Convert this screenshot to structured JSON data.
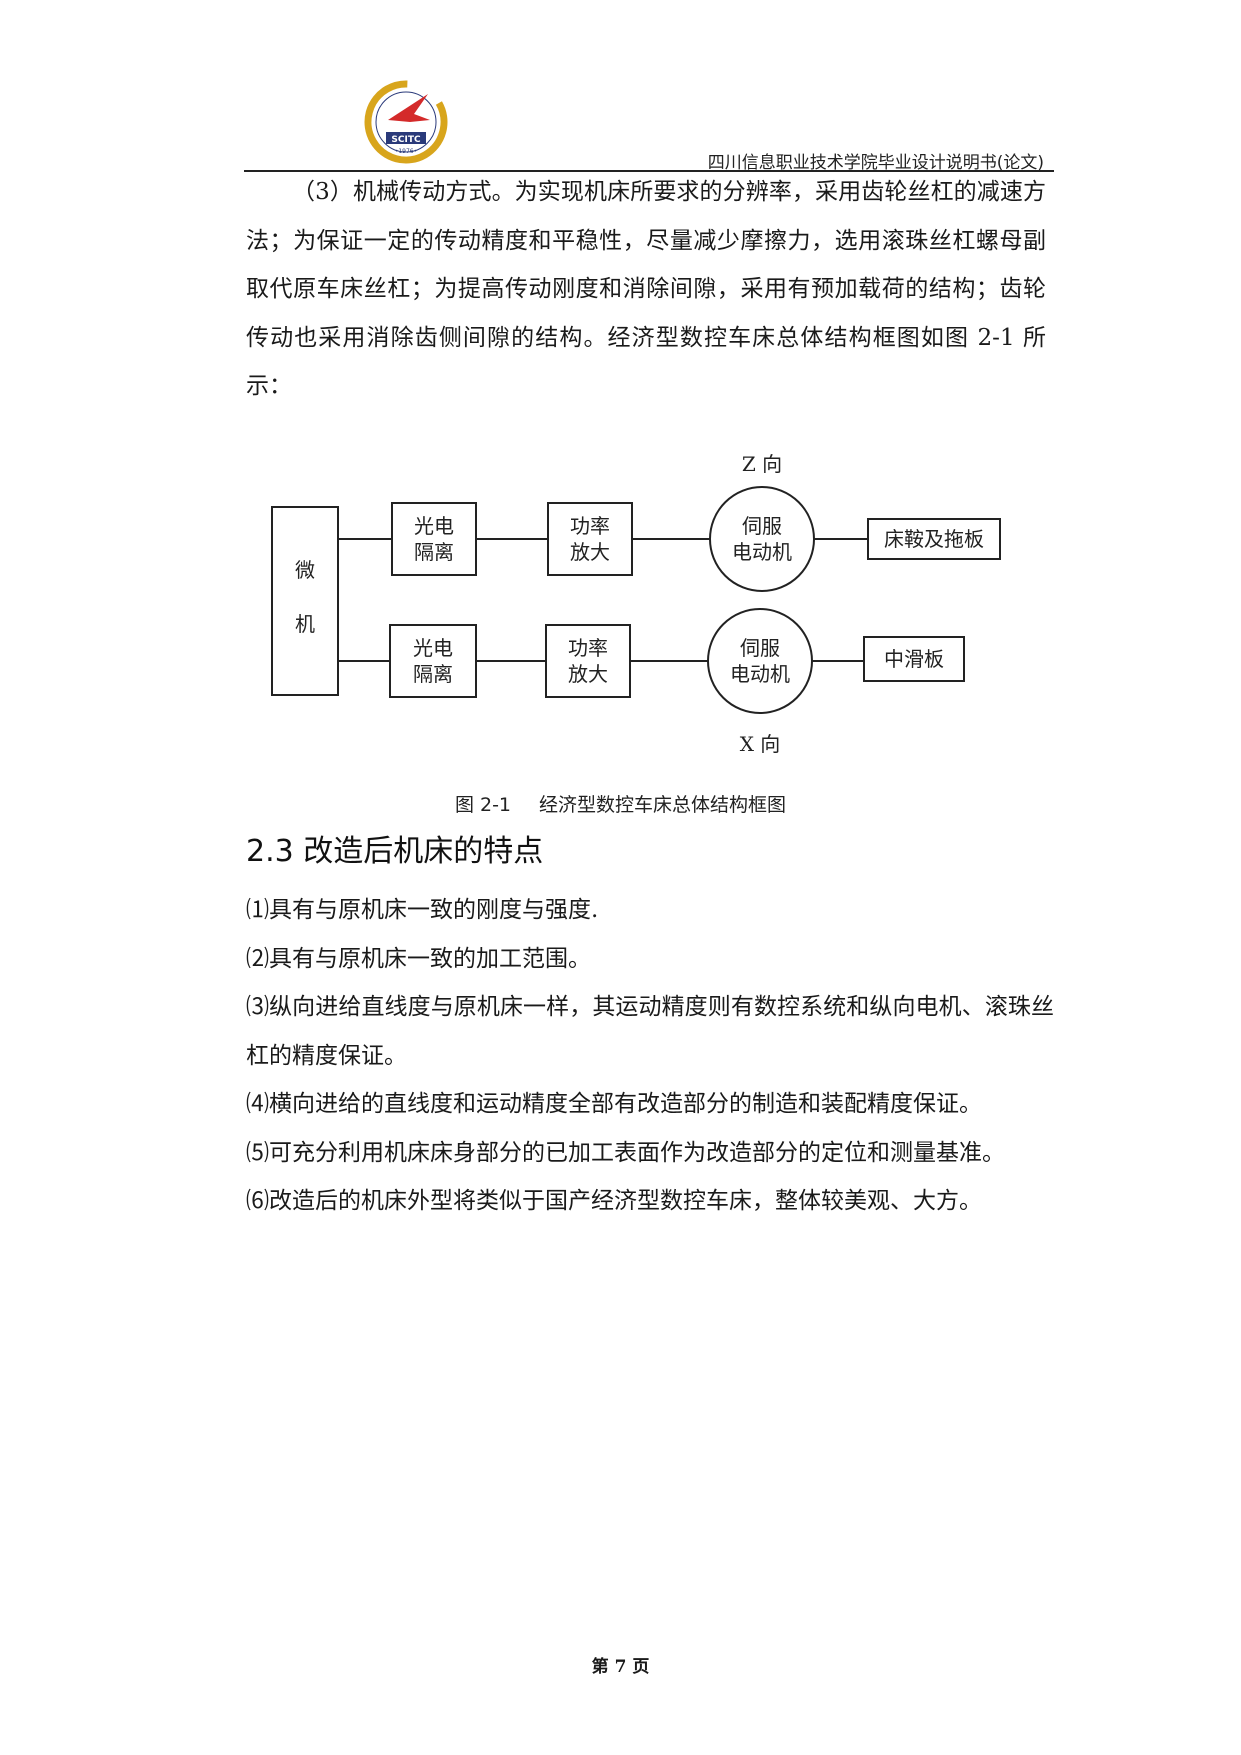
{
  "header": {
    "title": "四川信息职业技术学院毕业设计说明书(论文)",
    "logo_text": "SCITC",
    "logo_year": "•1976•"
  },
  "intro": {
    "paragraph": "（3）机械传动方式。为实现机床所要求的分辨率，采用齿轮丝杠的减速方法；为保证一定的传动精度和平稳性，尽量减少摩擦力，选用滚珠丝杠螺母副取代原车床丝杠；为提高传动刚度和消除间隙，采用有预加载荷的结构；齿轮传动也采用消除齿侧间隙的结构。经济型数控车床总体结构框图如图 2-1 所示："
  },
  "diagram": {
    "z_label": "Z 向",
    "x_label": "X 向",
    "micro_line1": "微",
    "micro_line2": "机",
    "iso_line1": "光电",
    "iso_line2": "隔离",
    "amp_line1": "功率",
    "amp_line2": "放大",
    "servo_line1": "伺服",
    "servo_line2": "电动机",
    "top_output": "床鞍及拖板",
    "bottom_output": "中滑板"
  },
  "figure": {
    "number": "图 2-1",
    "caption": "经济型数控车床总体结构框图"
  },
  "section": {
    "title": "2.3 改造后机床的特点",
    "items": [
      "⑴具有与原机床一致的刚度与强度.",
      "⑵具有与原机床一致的加工范围。",
      "⑶纵向进给直线度与原机床一样，其运动精度则有数控系统和纵向电机、滚珠丝杠的精度保证。",
      "⑷横向进给的直线度和运动精度全部有改造部分的制造和装配精度保证。",
      "⑸可充分利用机床床身部分的已加工表面作为改造部分的定位和测量基准。",
      "⑹改造后的机床外型将类似于国产经济型数控车床，整体较美观、大方。"
    ]
  },
  "footer": {
    "page": "第 7 页"
  },
  "colors": {
    "logo_gold": "#d8a51c",
    "logo_red": "#d42a2a",
    "logo_navy": "#2a3a7a"
  }
}
